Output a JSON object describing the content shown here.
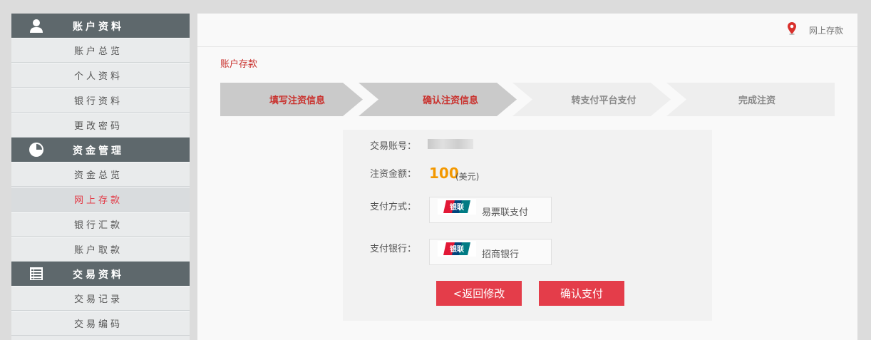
{
  "sidebar": {
    "sections": [
      {
        "title": "账户资料",
        "icon": "user-icon",
        "items": [
          "账户总览",
          "个人资料",
          "银行资料",
          "更改密码"
        ]
      },
      {
        "title": "资金管理",
        "icon": "pie-chart-icon",
        "items": [
          "资金总览",
          "网上存款",
          "银行汇款",
          "账户取款"
        ]
      },
      {
        "title": "交易资料",
        "icon": "table-list-icon",
        "items": [
          "交易记录",
          "交易编码"
        ]
      }
    ],
    "active_item": "网上存款"
  },
  "header": {
    "location_label": "网上存款",
    "location_icon": "map-pin-icon"
  },
  "page_title": "账户存款",
  "steps": [
    {
      "label": "填写注资信息",
      "state": "done"
    },
    {
      "label": "确认注资信息",
      "state": "current"
    },
    {
      "label": "转支付平台支付",
      "state": "pending"
    },
    {
      "label": "完成注资",
      "state": "pending"
    }
  ],
  "form": {
    "account_label": "交易账号：",
    "amount_label": "注资金额：",
    "amount_value": "100",
    "amount_unit": "(美元)",
    "pay_method_label": "支付方式：",
    "pay_method_value": "易票联支付",
    "pay_bank_label": "支付银行：",
    "pay_bank_value": "招商银行",
    "logo_icon": "unionpay-logo"
  },
  "buttons": {
    "back": "<返回修改",
    "confirm": "确认支付"
  },
  "colors": {
    "accent": "#e43d4a",
    "sidebar_header": "#5e686c",
    "amount": "#f39800",
    "step_active_text": "#c9302c"
  }
}
